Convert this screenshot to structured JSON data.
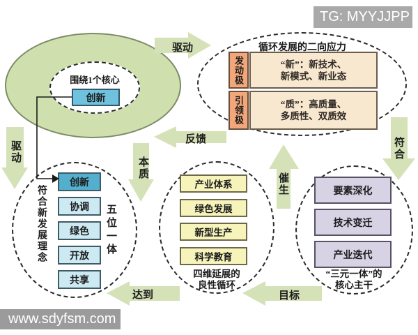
{
  "core_ring": {
    "caption": "围绕1个核心",
    "core_label": "创新"
  },
  "stress": {
    "title": "循环发展的二向应力",
    "rows": [
      {
        "pole": "发动极",
        "line1": "“新”：新技术、",
        "line2": "新模式、新业态"
      },
      {
        "pole": "引领极",
        "line1": "“质”：高质量、",
        "line2": "多质性、双质效"
      }
    ]
  },
  "five": {
    "side_left": "符合新发展理念",
    "side_right": "五位一体",
    "items": [
      "创新",
      "协调",
      "绿色",
      "开放",
      "共享"
    ]
  },
  "four": {
    "items": [
      "产业体系",
      "绿色发展",
      "新型生产",
      "科学教育"
    ],
    "caption_line1": "四维延展的",
    "caption_line2": "良性循环"
  },
  "three": {
    "items": [
      "要素深化",
      "技术变迁",
      "产业迭代"
    ],
    "caption_line1": "“三元一体”的",
    "caption_line2": "核心主干"
  },
  "arrows": {
    "drive_top": "驱动",
    "feedback": "反馈",
    "drive_left": "驱动",
    "essence": "本质",
    "spawn": "催生",
    "conform": "符合",
    "achieve": "达到",
    "goal": "目标"
  },
  "overlays": {
    "tg": "TG: MYYJJPP",
    "site": "www.sdyfsm.com"
  },
  "colors": {
    "ring_green": "#cfe0ae",
    "arrow_green": "#d5e2b7",
    "core_blue": "#6fc2de",
    "primary_item_blue": "#54aecd",
    "item_blue": "#cdeaf3",
    "item_yellow": "#f6f3bb",
    "item_purple": "#d8d2e5",
    "pole_orange": "#f2a77a",
    "pole_desc_peach": "#f9e8d0",
    "badge_gray": "#a9a9a9"
  }
}
